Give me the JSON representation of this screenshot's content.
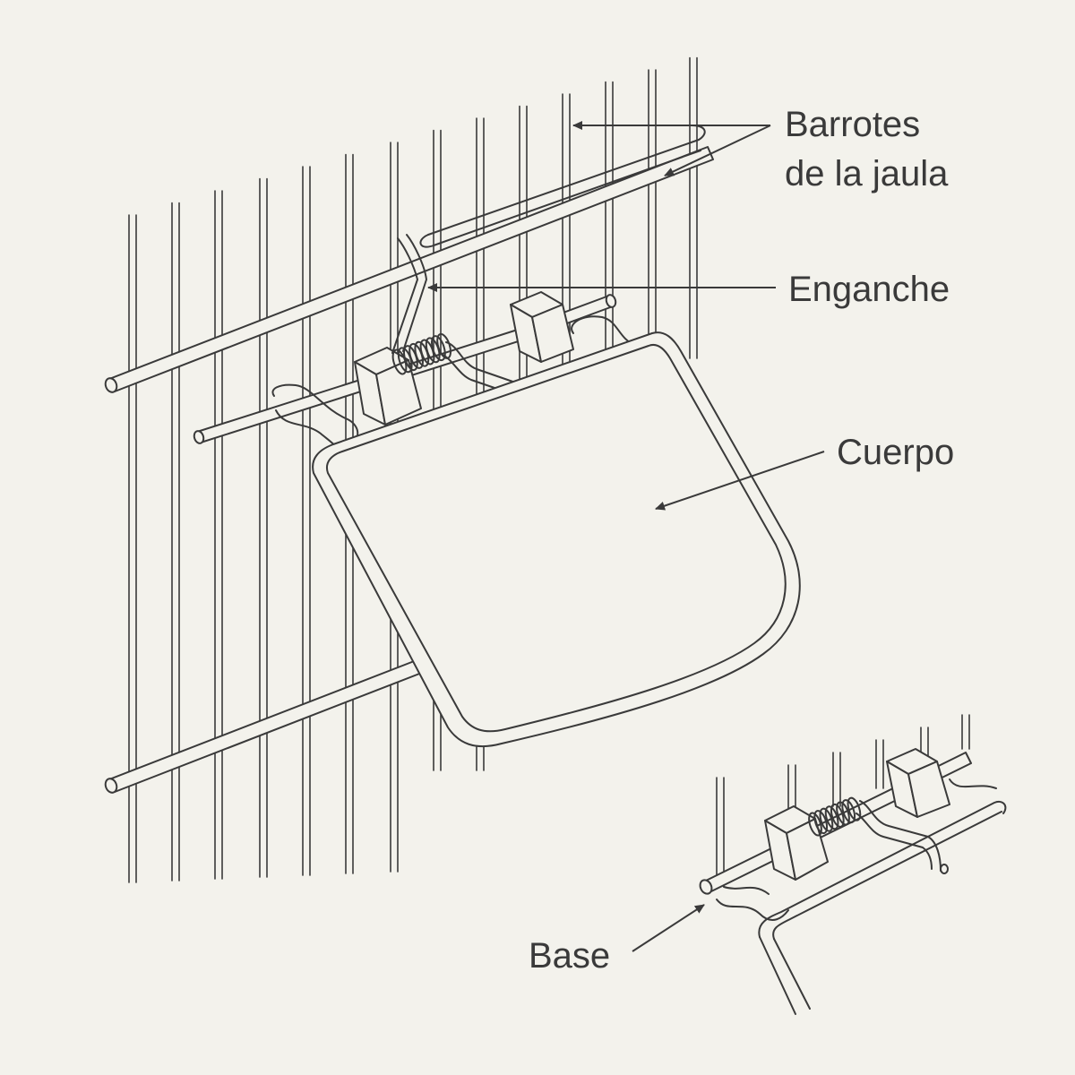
{
  "labels": {
    "bars_line1": "Barrotes",
    "bars_line2": "de la jaula",
    "hook": "Enganche",
    "body": "Cuerpo",
    "base": "Base"
  },
  "colors": {
    "background": "#f3f2ec",
    "ink": "#3a3a3a"
  }
}
